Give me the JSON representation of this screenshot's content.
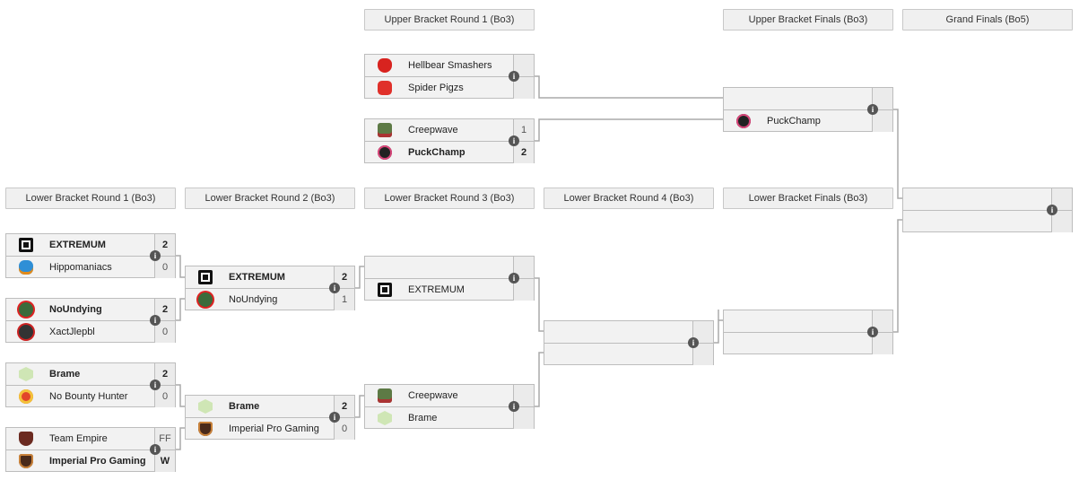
{
  "headers": [
    "Upper Bracket Round 1 (Bo3)",
    "Upper Bracket Finals (Bo3)",
    "Grand Finals (Bo5)",
    "Lower Bracket Round 1 (Bo3)",
    "Lower Bracket Round 2 (Bo3)",
    "Lower Bracket Round 3 (Bo3)",
    "Lower Bracket Round 4 (Bo3)",
    "Lower Bracket Finals (Bo3)"
  ],
  "colors": {
    "box_bg": "#f2f2f2",
    "border": "#bdbdbd",
    "connector": "#aaaaaa",
    "info_icon": "#555555"
  },
  "matches": [
    {
      "round": "Upper Bracket Round 1",
      "teams": [
        {
          "name": "Hellbear Smashers",
          "score": "",
          "winner": false,
          "logo": "red-bear-logo"
        },
        {
          "name": "Spider Pigzs",
          "score": "",
          "winner": false,
          "logo": "red-pig-logo"
        }
      ]
    },
    {
      "round": "Upper Bracket Round 1",
      "teams": [
        {
          "name": "Creepwave",
          "score": "1",
          "winner": false,
          "logo": "green-creep-logo"
        },
        {
          "name": "PuckChamp",
          "score": "2",
          "winner": true,
          "logo": "pink-skull-logo"
        }
      ]
    },
    {
      "round": "Upper Bracket Finals",
      "teams": [
        {
          "name": "",
          "score": "",
          "winner": false,
          "logo": ""
        },
        {
          "name": "PuckChamp",
          "score": "",
          "winner": false,
          "logo": "pink-skull-logo"
        }
      ]
    },
    {
      "round": "Grand Finals",
      "teams": [
        {
          "name": "",
          "score": "",
          "winner": false,
          "logo": ""
        },
        {
          "name": "",
          "score": "",
          "winner": false,
          "logo": ""
        }
      ]
    },
    {
      "round": "Lower Bracket Round 1",
      "teams": [
        {
          "name": "EXTREMUM",
          "score": "2",
          "winner": true,
          "logo": "black-crosshair-logo"
        },
        {
          "name": "Hippomaniacs",
          "score": "0",
          "winner": false,
          "logo": "blue-hippo-logo"
        }
      ]
    },
    {
      "round": "Lower Bracket Round 1",
      "teams": [
        {
          "name": "NoUndying",
          "score": "2",
          "winner": true,
          "logo": "green-skull-logo"
        },
        {
          "name": "XactJlepbl",
          "score": "0",
          "winner": false,
          "logo": "red-skull-logo"
        }
      ]
    },
    {
      "round": "Lower Bracket Round 1",
      "teams": [
        {
          "name": "Brame",
          "score": "2",
          "winner": true,
          "logo": "green-hex-logo"
        },
        {
          "name": "No Bounty Hunter",
          "score": "0",
          "winner": false,
          "logo": "red-circle-logo"
        }
      ]
    },
    {
      "round": "Lower Bracket Round 1",
      "teams": [
        {
          "name": "Team Empire",
          "score": "FF",
          "winner": false,
          "logo": "empire-shield-logo"
        },
        {
          "name": "Imperial Pro Gaming",
          "score": "W",
          "winner": true,
          "logo": "brown-shield-logo"
        }
      ]
    },
    {
      "round": "Lower Bracket Round 2",
      "teams": [
        {
          "name": "EXTREMUM",
          "score": "2",
          "winner": true,
          "logo": "black-crosshair-logo"
        },
        {
          "name": "NoUndying",
          "score": "1",
          "winner": false,
          "logo": "green-skull-logo"
        }
      ]
    },
    {
      "round": "Lower Bracket Round 2",
      "teams": [
        {
          "name": "Brame",
          "score": "2",
          "winner": true,
          "logo": "green-hex-logo"
        },
        {
          "name": "Imperial Pro Gaming",
          "score": "0",
          "winner": false,
          "logo": "brown-shield-logo"
        }
      ]
    },
    {
      "round": "Lower Bracket Round 3",
      "teams": [
        {
          "name": "",
          "score": "",
          "winner": false,
          "logo": ""
        },
        {
          "name": "EXTREMUM",
          "score": "",
          "winner": false,
          "logo": "black-crosshair-logo"
        }
      ]
    },
    {
      "round": "Lower Bracket Round 3",
      "teams": [
        {
          "name": "Creepwave",
          "score": "",
          "winner": false,
          "logo": "green-creep-logo"
        },
        {
          "name": "Brame",
          "score": "",
          "winner": false,
          "logo": "green-hex-logo"
        }
      ]
    },
    {
      "round": "Lower Bracket Round 4",
      "teams": [
        {
          "name": "",
          "score": "",
          "winner": false,
          "logo": ""
        },
        {
          "name": "",
          "score": "",
          "winner": false,
          "logo": ""
        }
      ]
    },
    {
      "round": "Lower Bracket Finals",
      "teams": [
        {
          "name": "",
          "score": "",
          "winner": false,
          "logo": ""
        },
        {
          "name": "",
          "score": "",
          "winner": false,
          "logo": ""
        }
      ]
    }
  ],
  "info_glyph": "i"
}
